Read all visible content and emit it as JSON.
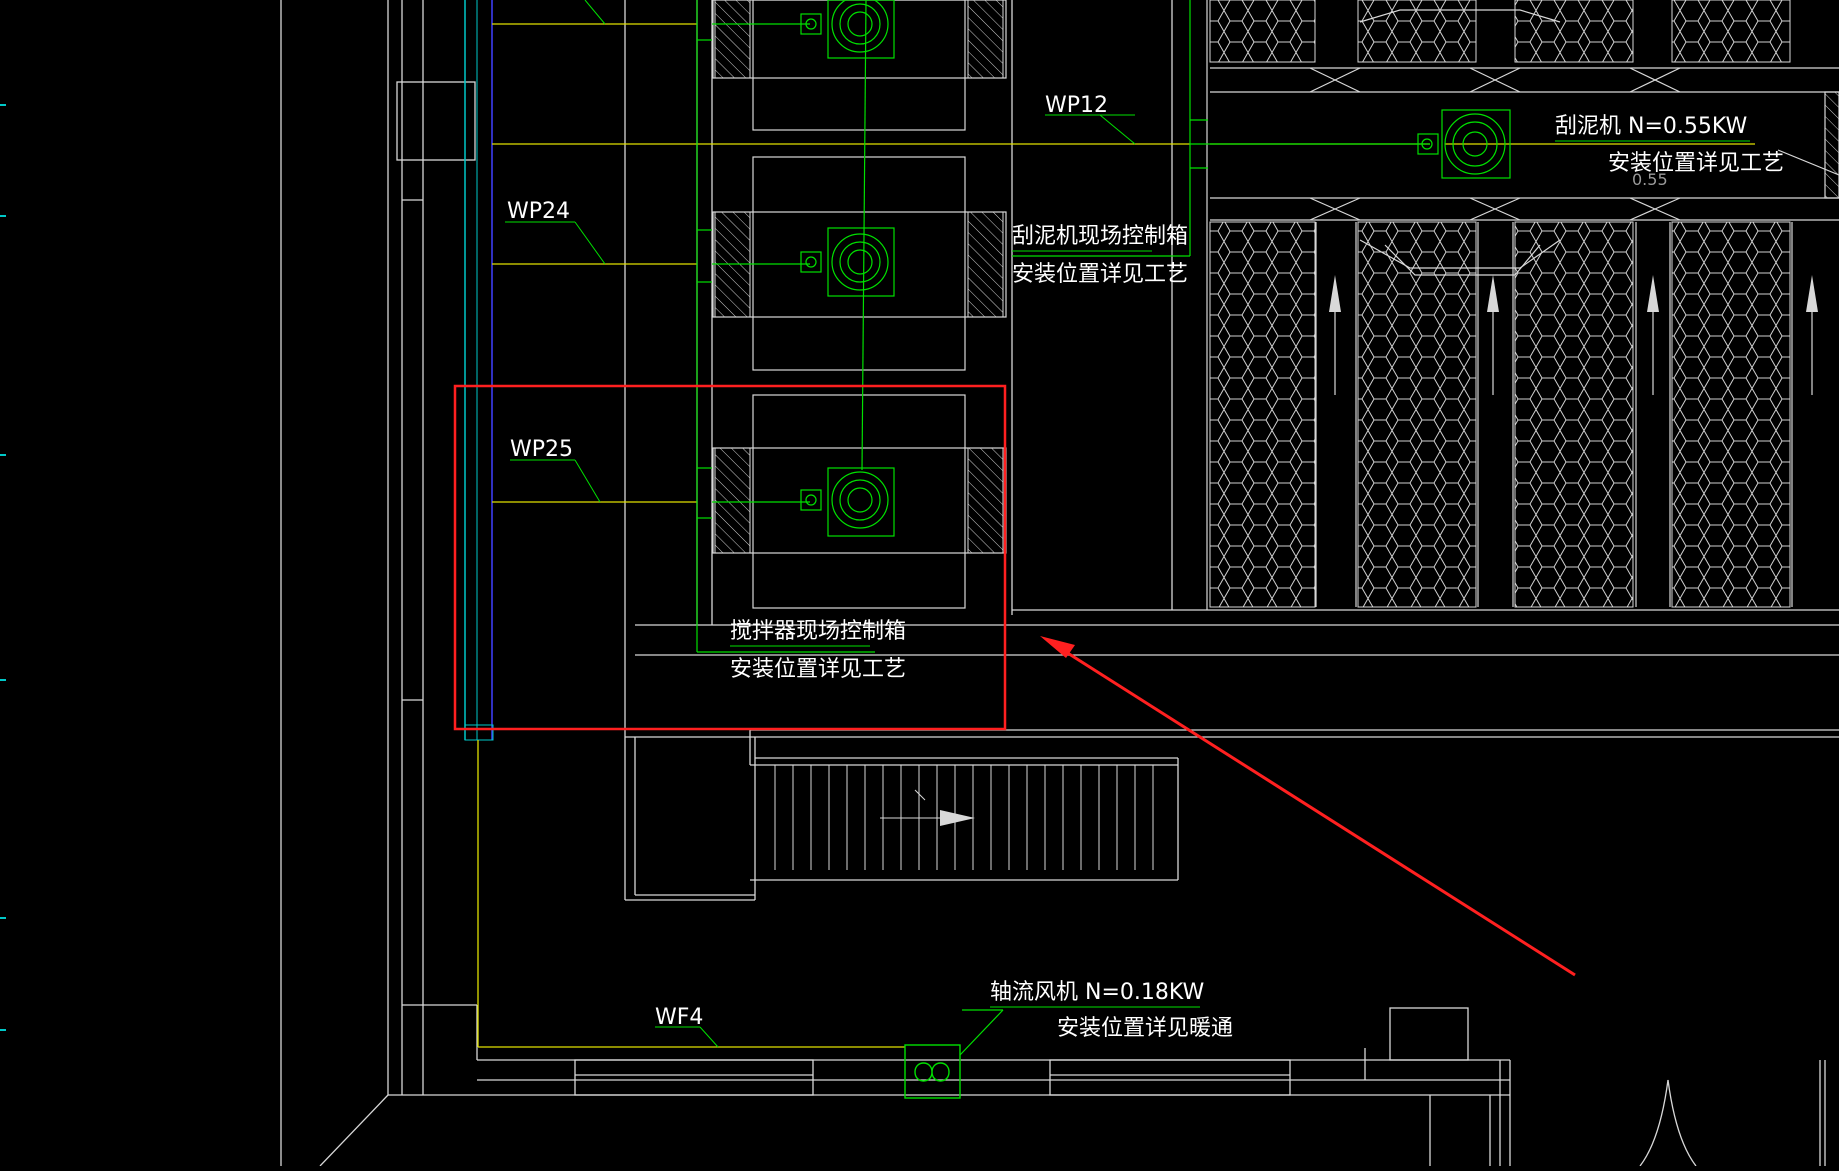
{
  "labels": {
    "wp12": "WP12",
    "wp24": "WP24",
    "wp25": "WP25",
    "wf4": "WF4",
    "scraper_spec": "刮泥机 N=0.55KW",
    "scraper_install": "安装位置详见工艺",
    "scraper_small": "0.55",
    "scraper_box": "刮泥机现场控制箱",
    "scraper_box_install": "安装位置详见工艺",
    "mixer_box": "搅拌器现场控制箱",
    "mixer_box_install": "安装位置详见工艺",
    "fan_spec": "轴流风机 N=0.18KW",
    "fan_install": "安装位置详见暖通"
  },
  "colors": {
    "background": "#000000",
    "wall": "#d8d8d8",
    "cable": "#e0e000",
    "equipment": "#00e000",
    "text": "#ffffff",
    "highlight": "#ff2020",
    "blue_line": "#4040ff",
    "cyan_line": "#00c8c8"
  },
  "icons": [
    "motor-icon",
    "fan-icon",
    "up-arrow-icon",
    "stair-arrow-icon"
  ]
}
